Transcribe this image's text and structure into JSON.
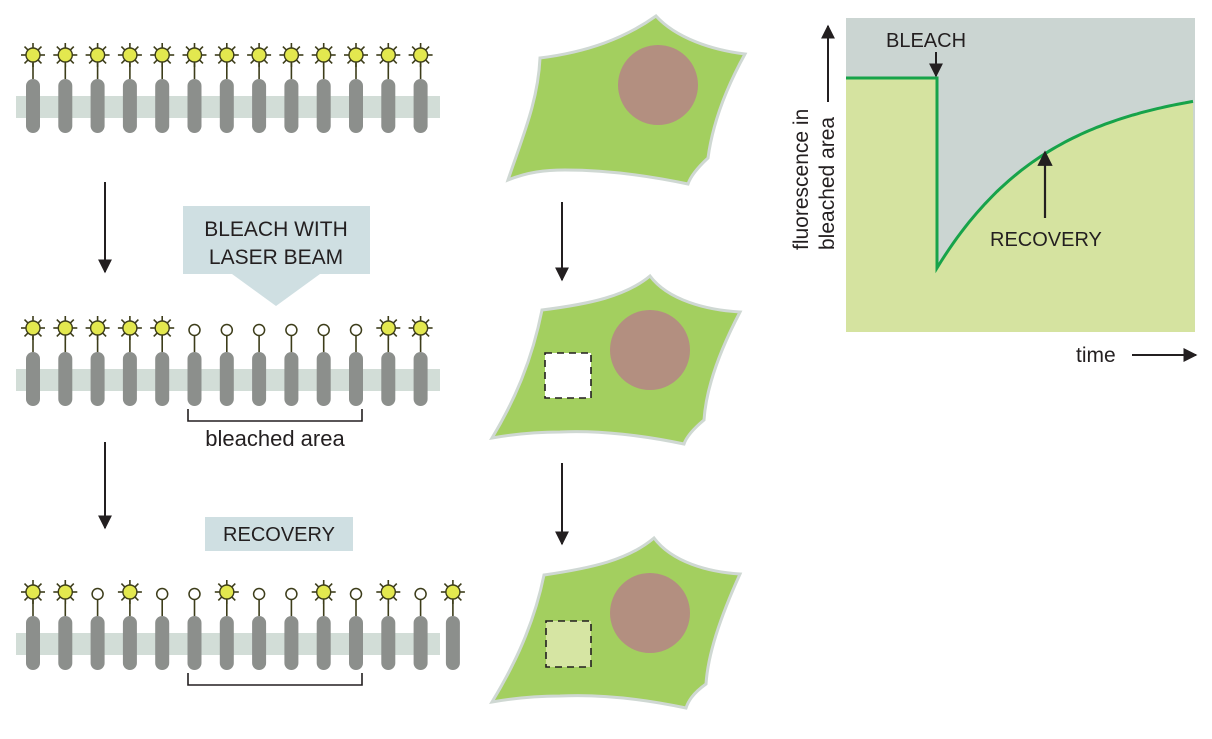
{
  "labels": {
    "bleach_callout": [
      "BLEACH WITH",
      "LASER BEAM"
    ],
    "bleached_area": "bleached area",
    "recovery_callout": "RECOVERY",
    "graph_ylabel": [
      "fluorescence in",
      "bleached area"
    ],
    "graph_xlabel": "time",
    "graph_bleach": "BLEACH",
    "graph_recovery": "RECOVERY"
  },
  "membranes": [
    {
      "pattern": [
        1,
        1,
        1,
        1,
        1,
        1,
        1,
        1,
        1,
        1,
        1,
        1,
        1
      ],
      "bracket": false
    },
    {
      "pattern": [
        1,
        1,
        1,
        1,
        1,
        0,
        0,
        0,
        0,
        0,
        0,
        1,
        1
      ],
      "bracket": true
    },
    {
      "pattern": [
        1,
        1,
        0,
        1,
        0,
        0,
        1,
        0,
        0,
        1,
        0,
        1,
        0,
        1
      ],
      "bracket": true
    }
  ],
  "cells": [
    {
      "bleached_box": "none"
    },
    {
      "bleached_box": "empty"
    },
    {
      "bleached_box": "recovered"
    }
  ],
  "colors": {
    "membrane_band": "#d2ddd7",
    "protein": "#8c8f8c",
    "fluorophore": "#e3e84f",
    "fluorophore_stroke": "#3d3d1a",
    "cell_fill": "#a3cf5f",
    "cell_stroke": "#cfd8d3",
    "nucleus": "#b38f80",
    "recovered_box": "#d6e5a3",
    "callout_bg": "#cfdfe2",
    "graph_upper": "#cbd5d2",
    "graph_lower": "#d5e3a0",
    "curve": "#17a34a",
    "text": "#231f20"
  }
}
